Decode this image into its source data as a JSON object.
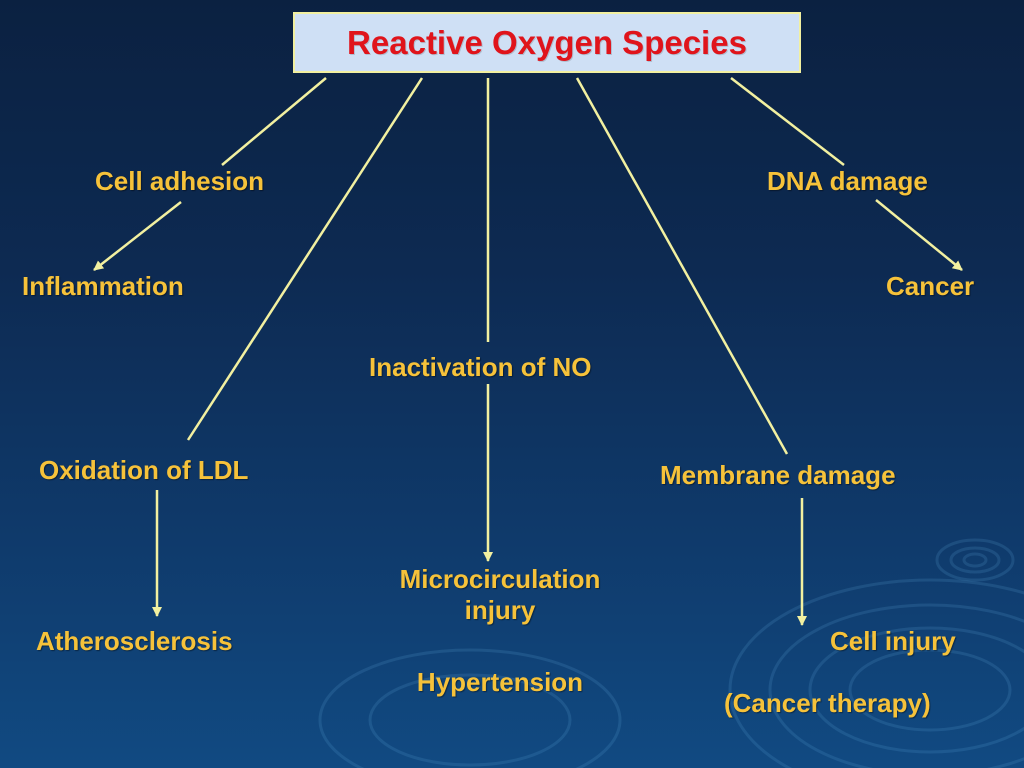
{
  "title": "Reactive Oxygen Species",
  "nodes": {
    "cell_adhesion": "Cell adhesion",
    "inflammation": "Inflammation",
    "dna_damage": "DNA damage",
    "cancer": "Cancer",
    "inactivation_no": "Inactivation of NO",
    "oxidation_ldl": "Oxidation of LDL",
    "atherosclerosis": "Atherosclerosis",
    "membrane_damage": "Membrane damage",
    "microcirculation_line1": "Microcirculation",
    "microcirculation_line2": "injury",
    "hypertension": "Hypertension",
    "cell_injury": "Cell injury",
    "cancer_therapy": "(Cancer therapy)"
  },
  "colors": {
    "title_text": "#e0141b",
    "title_box": "#cfe0f5",
    "node_text": "#f6c23a",
    "connector": "#f2f0a0"
  }
}
